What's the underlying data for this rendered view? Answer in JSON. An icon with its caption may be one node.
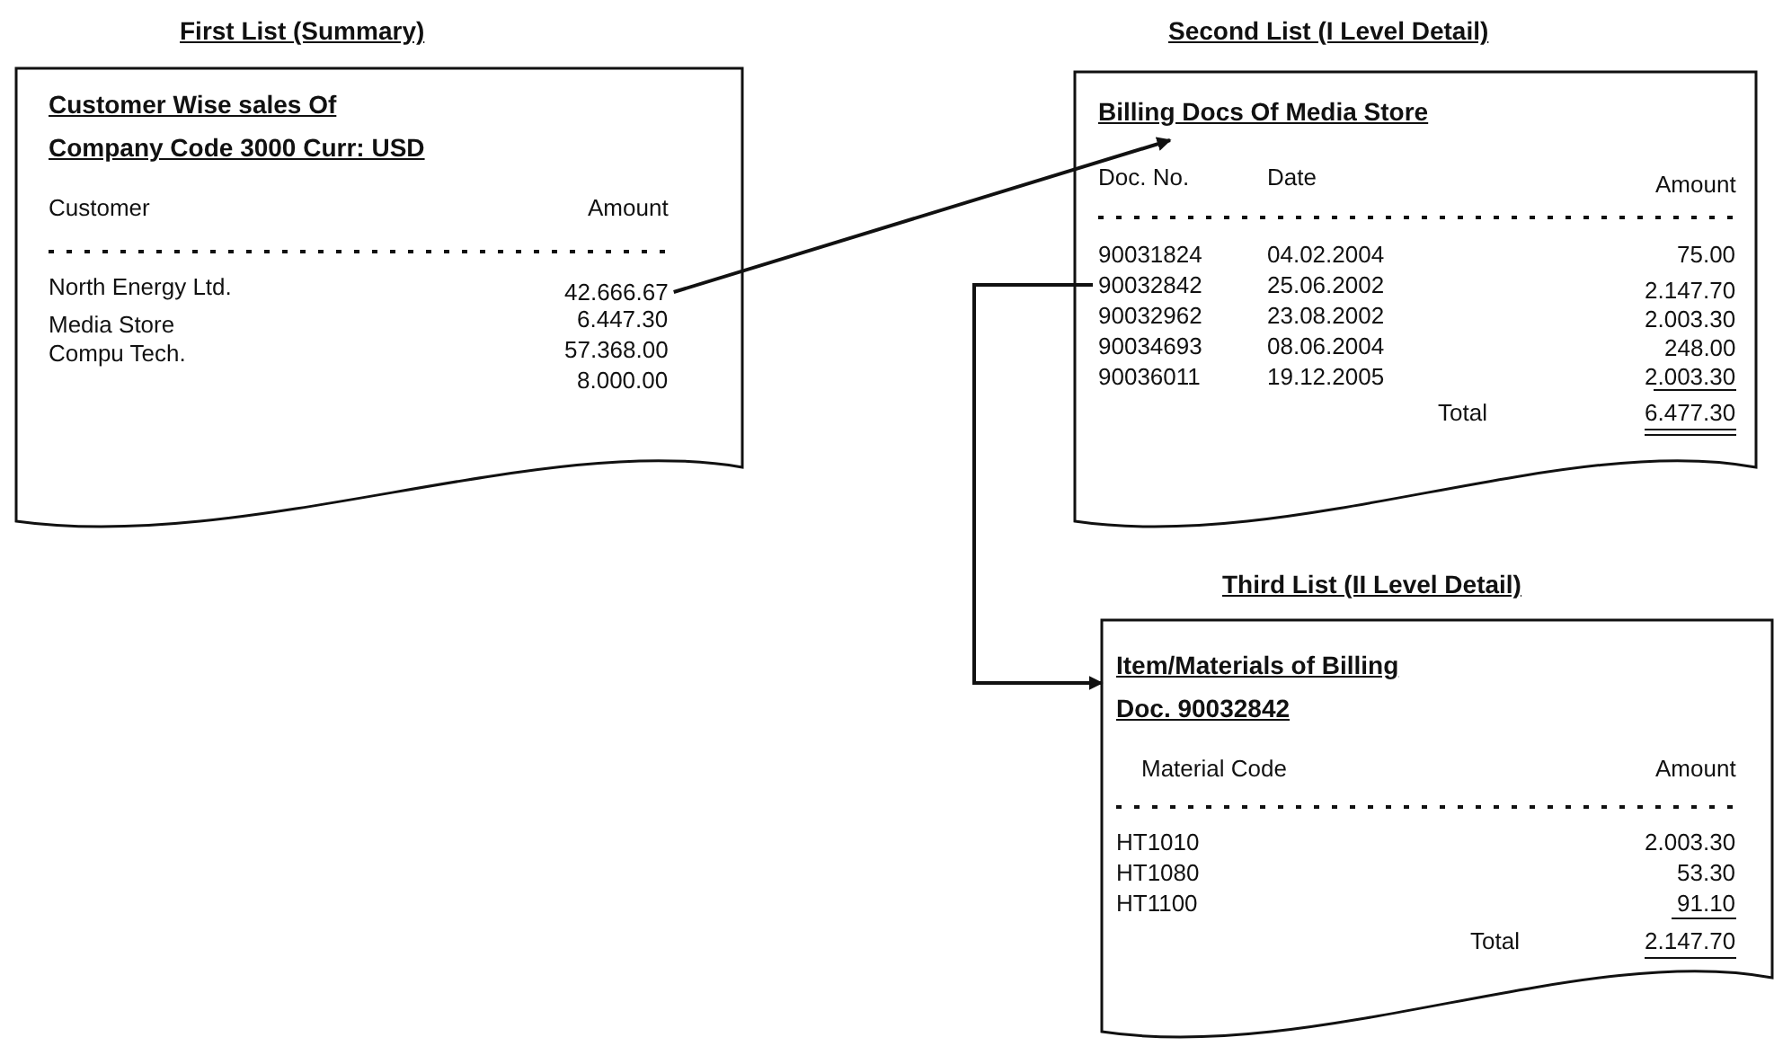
{
  "diagram": {
    "nodes": [
      {
        "text": [
          "First List (Summary)",
          "Customer Wise sales Of Company Code 3000 Curr: USD"
        ]
      },
      {
        "text": [
          "Second List (I Level Detail)",
          "Billing Docs Of Media Store"
        ]
      },
      {
        "text": [
          "Third List (II Level Detail)",
          "Item/Materials of Billing Doc. 90032842"
        ]
      },
      {
        "text": [
          "42.666.67"
        ],
        "in": 0
      },
      {
        "text": [
          "90032842"
        ],
        "in": 1
      }
    ],
    "edges": [
      {
        "from": 3,
        "to": 1,
        "arrow": "to"
      },
      {
        "from": 4,
        "to": 2,
        "arrow": "to"
      }
    ],
    "labels": [
      "Customer",
      "Amount",
      "North Energy Ltd.",
      "Media Store",
      "6.447.30",
      "Compu Tech.",
      "57.368.00",
      "8.000.00",
      "Doc. No.",
      "Date",
      "Amount",
      "90031824",
      "04.02.2004",
      "75.00",
      "25.06.2002",
      "2.147.70",
      "90032962",
      "23.08.2002",
      "2.003.30",
      "90034693",
      "08.06.2004",
      "248.00",
      "90036011",
      "19.12.2005",
      "2.003.30",
      "Total",
      "6.477.30",
      "Material Code",
      "Amount",
      "HT1010",
      "2.003.30",
      "HT1080",
      "53.30",
      "HT1100",
      "91.10",
      "Total",
      "2.147.70"
    ]
  }
}
